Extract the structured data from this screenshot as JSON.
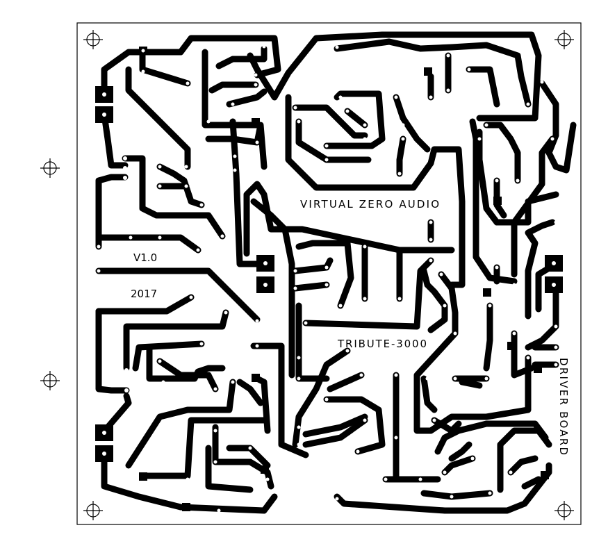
{
  "board": {
    "brand_label": "VIRTUAL ZERO AUDIO",
    "version_label": "V1.0",
    "year_label": "2017",
    "product_label": "TRIBUTE-3000",
    "side_label": "DRIVER BOARD"
  },
  "colors": {
    "background": "#ffffff",
    "copper": "#000000",
    "outline": "#000000"
  },
  "icons": [
    "registration-mark-icon"
  ]
}
